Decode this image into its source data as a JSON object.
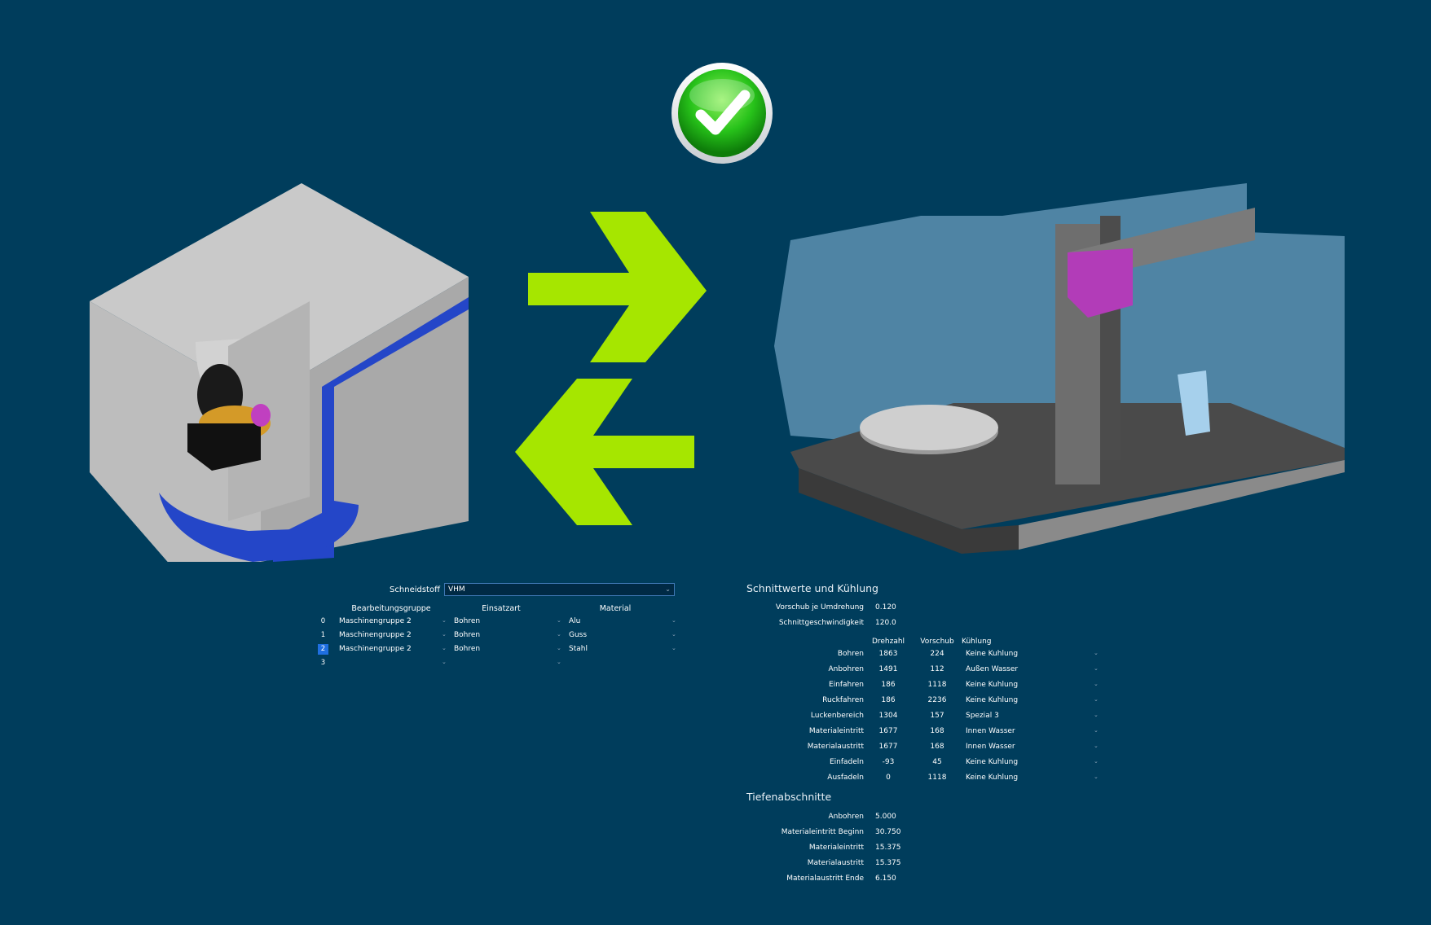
{
  "colors": {
    "background": "#003d5c",
    "arrow": "#a6e600",
    "machine_blue": "#2446c8",
    "selected": "#1f6fe0"
  },
  "icons": {
    "status": "check-icon",
    "sync": "bidirectional-arrows-icon"
  },
  "left_panel": {
    "schneidstoff_label": "Schneidstoff",
    "schneidstoff_value": "VHM",
    "columns": [
      "Bearbeitungsgruppe",
      "Einsatzart",
      "Material"
    ],
    "rows": [
      {
        "index": "0",
        "group": "Maschinengruppe 2",
        "type": "Bohren",
        "material": "Alu"
      },
      {
        "index": "1",
        "group": "Maschinengruppe 2",
        "type": "Bohren",
        "material": "Guss"
      },
      {
        "index": "2",
        "group": "Maschinengruppe 2",
        "type": "Bohren",
        "material": "Stahl"
      },
      {
        "index": "3",
        "group": "",
        "type": "",
        "material": ""
      }
    ]
  },
  "right_panel": {
    "section1_title": "Schnittwerte und Kühlung",
    "feed_label": "Vorschub je Umdrehung",
    "feed_value": "0.120",
    "speed_label": "Schnittgeschwindigkeit",
    "speed_value": "120.0",
    "columns": [
      "Drehzahl",
      "Vorschub",
      "Kühlung"
    ],
    "rows": [
      {
        "label": "Bohren",
        "drehzahl": "1863",
        "vorschub": "224",
        "kuehlung": "Keine Kuhlung"
      },
      {
        "label": "Anbohren",
        "drehzahl": "1491",
        "vorschub": "112",
        "kuehlung": "Außen Wasser"
      },
      {
        "label": "Einfahren",
        "drehzahl": "186",
        "vorschub": "1118",
        "kuehlung": "Keine Kuhlung"
      },
      {
        "label": "Ruckfahren",
        "drehzahl": "186",
        "vorschub": "2236",
        "kuehlung": "Keine Kuhlung"
      },
      {
        "label": "Luckenbereich",
        "drehzahl": "1304",
        "vorschub": "157",
        "kuehlung": "Spezial 3"
      },
      {
        "label": "Materialeintritt",
        "drehzahl": "1677",
        "vorschub": "168",
        "kuehlung": "Innen Wasser"
      },
      {
        "label": "Materialaustritt",
        "drehzahl": "1677",
        "vorschub": "168",
        "kuehlung": "Innen Wasser"
      },
      {
        "label": "Einfadeln",
        "drehzahl": "-93",
        "vorschub": "45",
        "kuehlung": "Keine Kuhlung"
      },
      {
        "label": "Ausfadeln",
        "drehzahl": "0",
        "vorschub": "1118",
        "kuehlung": "Keine Kuhlung"
      }
    ],
    "section2_title": "Tiefenabschnitte",
    "depth_rows": [
      {
        "label": "Anbohren",
        "value": "5.000"
      },
      {
        "label": "Materialeintritt Beginn",
        "value": "30.750"
      },
      {
        "label": "Materialeintritt",
        "value": "15.375"
      },
      {
        "label": "Materialaustritt",
        "value": "15.375"
      },
      {
        "label": "Materialaustritt Ende",
        "value": "6.150"
      }
    ]
  }
}
